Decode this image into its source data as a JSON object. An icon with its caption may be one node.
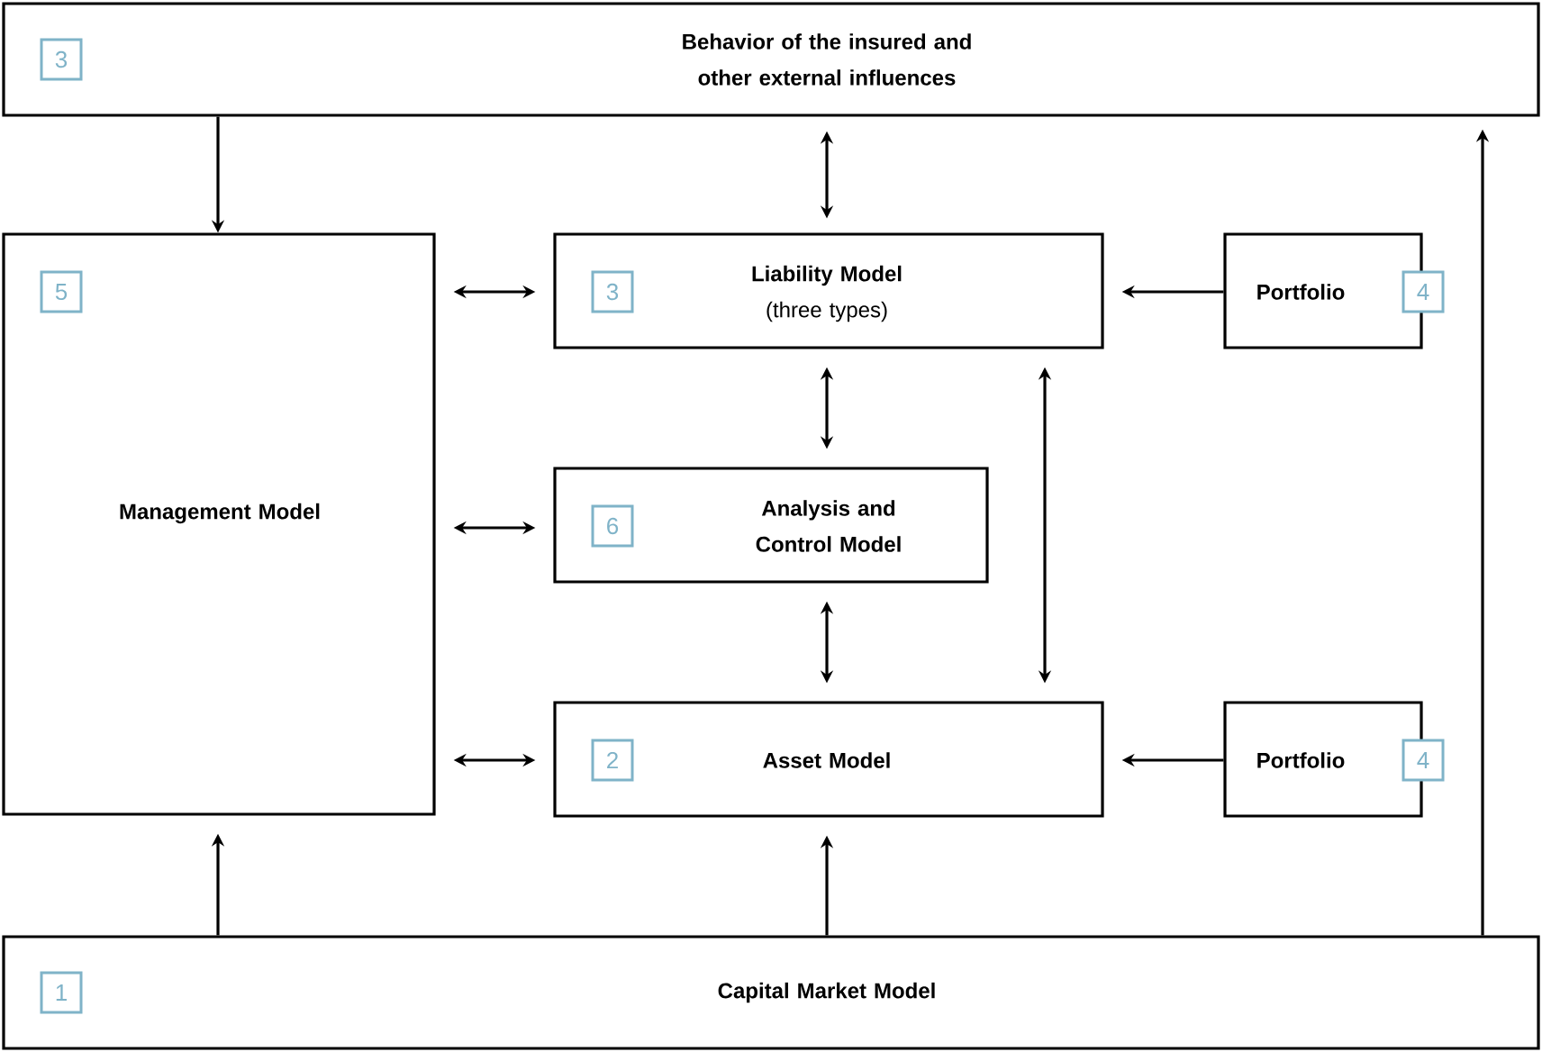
{
  "diagram": {
    "nodes": [
      {
        "text": [
          "3",
          "Behavior of the insured and other external influences"
        ]
      },
      {
        "text": [
          "5",
          "Management Model"
        ]
      },
      {
        "text": [
          "3",
          "Liability Model",
          "(three types)"
        ]
      },
      {
        "text": [
          "Portfolio",
          "4"
        ]
      },
      {
        "text": [
          "6",
          "Analysis and Control Model"
        ]
      },
      {
        "text": [
          "2",
          "Asset Model"
        ]
      },
      {
        "text": [
          "Portfolio",
          "4"
        ]
      },
      {
        "text": [
          "1",
          "Capital Market Model"
        ]
      }
    ],
    "edges": [
      {
        "from": 0,
        "to": 1,
        "arrow": "to"
      },
      {
        "from": 0,
        "to": 2,
        "arrow": "both"
      },
      {
        "from": 1,
        "to": 2,
        "arrow": "both"
      },
      {
        "from": 3,
        "to": 2,
        "arrow": "to"
      },
      {
        "from": 1,
        "to": 4,
        "arrow": "both"
      },
      {
        "from": 2,
        "to": 4,
        "arrow": "both"
      },
      {
        "from": 4,
        "to": 5,
        "arrow": "both"
      },
      {
        "from": 2,
        "to": 5,
        "arrow": "both"
      },
      {
        "from": 1,
        "to": 5,
        "arrow": "both"
      },
      {
        "from": 6,
        "to": 5,
        "arrow": "to"
      },
      {
        "from": 7,
        "to": 1,
        "arrow": "to"
      },
      {
        "from": 7,
        "to": 5,
        "arrow": "to"
      },
      {
        "from": 7,
        "to": 0,
        "arrow": "to"
      }
    ]
  }
}
